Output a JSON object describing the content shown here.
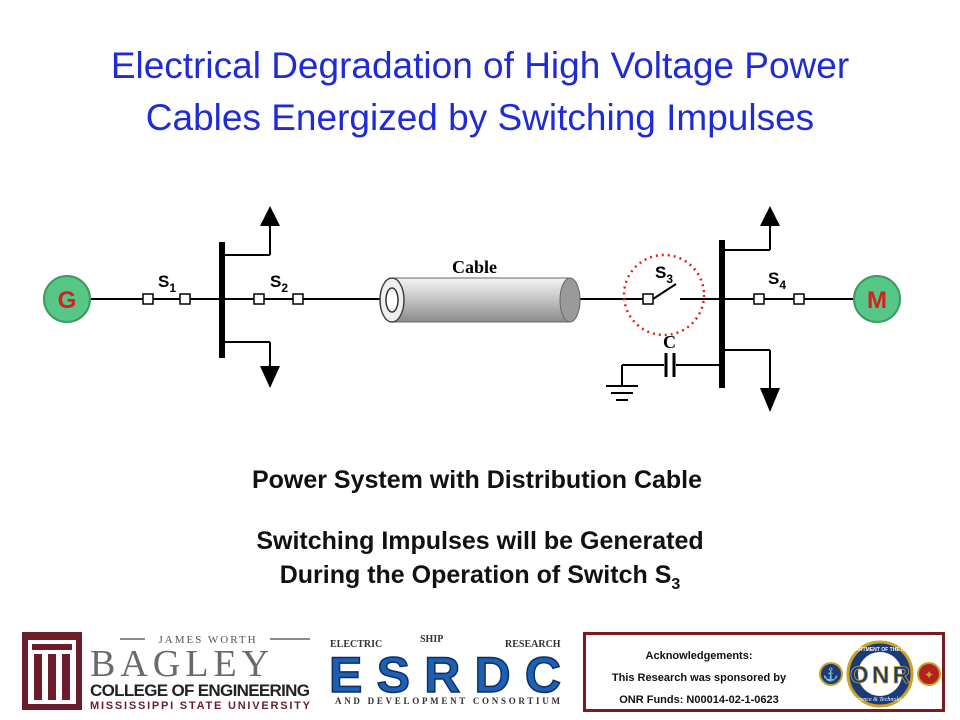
{
  "title": {
    "line1": "Electrical Degradation of High Voltage Power",
    "line2": "Cables Energized by Switching Impulses"
  },
  "diagram": {
    "generator_label": "G",
    "motor_label": "M",
    "cable_label": "Cable",
    "switches": [
      {
        "letter": "S",
        "sub": "1"
      },
      {
        "letter": "S",
        "sub": "2"
      },
      {
        "letter": "S",
        "sub": "3"
      },
      {
        "letter": "S",
        "sub": "4"
      }
    ],
    "capacitor_label": "C",
    "colors": {
      "source_fill": "#57c785",
      "source_text": "#d42020",
      "highlight_circle": "#e02020"
    }
  },
  "captions": {
    "line1": "Power System with Distribution Cable",
    "line2": "Switching Impulses will be Generated",
    "line3_prefix": "During the Operation of Switch  S",
    "line3_sub": "3"
  },
  "logos": {
    "bagley": {
      "line1": "JAMES WORTH",
      "line2": "BAGLEY",
      "line3": "COLLEGE OF ENGINEERING",
      "line4": "MISSISSIPPI STATE UNIVERSITY"
    },
    "esrdc": {
      "top_words": [
        "ELECTRIC",
        "SHIP",
        "RESEARCH"
      ],
      "main": "ESRDC",
      "bottom": "AND DEVELOPMENT CONSORTIUM"
    },
    "onr": {
      "main": "ONR",
      "ring_text": "DEPARTMENT OF THE NAVY",
      "bottom_text": "Science & Technology"
    }
  },
  "acknowledgements": {
    "heading": "Acknowledgements:",
    "line2": "This Research was sponsored by",
    "line3": "ONR Funds: N00014-02-1-0623"
  }
}
